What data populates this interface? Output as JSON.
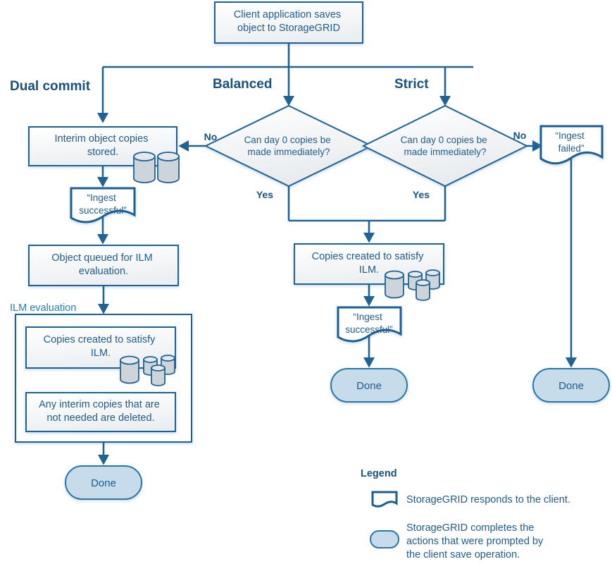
{
  "diagram": {
    "title": "StorageGRID ingest behavior flowchart",
    "colors": {
      "line": "#1f6294",
      "text": "#1f5c8b",
      "label": "#17517d",
      "pill_fill": "#c6dcea",
      "cylinder_fill": "#ced5da",
      "group_label": "#2a7ab0"
    },
    "start": {
      "label": "Client application saves object to StorageGRID"
    },
    "branches": [
      {
        "name": "dual-commit",
        "label": "Dual commit"
      },
      {
        "name": "balanced",
        "label": "Balanced"
      },
      {
        "name": "strict",
        "label": "Strict"
      }
    ],
    "edge_labels": {
      "no": "No",
      "yes": "Yes"
    },
    "decisions": {
      "balanced": "Can  day 0 copies be made immediately?",
      "strict": "Can  day 0 copies be made immediately?"
    },
    "nodes": {
      "interim_copies": "Interim object copies stored.",
      "ingest_successful_left": "“Ingest successful”",
      "object_queued": "Object queued for ILM evaluation.",
      "ilm_evaluation_group": "ILM evaluation",
      "copies_created_left": "Copies created to satisfy ILM.",
      "interim_deleted": "Any interim copies that are not needed are deleted.",
      "copies_created_center": "Copies created to satisfy ILM.",
      "ingest_successful_center": "“Ingest successful”",
      "ingest_failed": "“Ingest failed”",
      "done_left": "Done",
      "done_center": "Done",
      "done_right": "Done"
    },
    "legend": {
      "title": "Legend",
      "items": [
        {
          "shape": "document",
          "text": "StorageGRID responds to the client."
        },
        {
          "shape": "pill",
          "text": "StorageGRID completes the actions that were prompted by the client save operation."
        }
      ]
    }
  }
}
